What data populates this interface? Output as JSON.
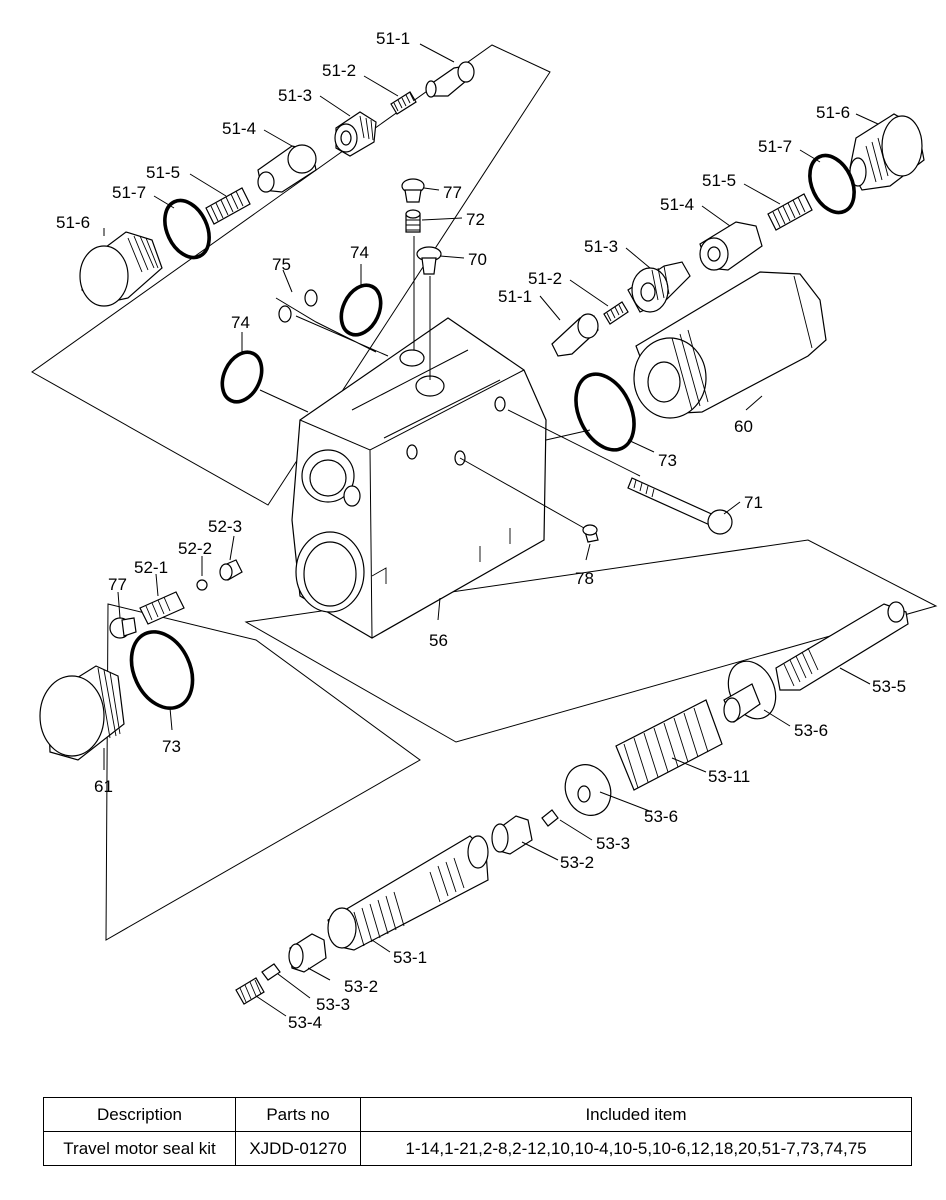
{
  "callouts": {
    "c51_1a": "51-1",
    "c51_2a": "51-2",
    "c51_3a": "51-3",
    "c51_4a": "51-4",
    "c51_5a": "51-5",
    "c51_7a": "51-7",
    "c51_6a": "51-6",
    "c51_6b": "51-6",
    "c51_7b": "51-7",
    "c51_5b": "51-5",
    "c51_4b": "51-4",
    "c51_3b": "51-3",
    "c51_2b": "51-2",
    "c51_1b": "51-1",
    "c77a": "77",
    "c72": "72",
    "c70": "70",
    "c74a": "74",
    "c75": "75",
    "c74b": "74",
    "c60": "60",
    "c73a": "73",
    "c71": "71",
    "c78": "78",
    "c56": "56",
    "c52_3": "52-3",
    "c52_2": "52-2",
    "c52_1": "52-1",
    "c77b": "77",
    "c73b": "73",
    "c61": "61",
    "c53_5": "53-5",
    "c53_6a": "53-6",
    "c53_11": "53-11",
    "c53_6b": "53-6",
    "c53_3a": "53-3",
    "c53_2a": "53-2",
    "c53_1": "53-1",
    "c53_2b": "53-2",
    "c53_3b": "53-3",
    "c53_4": "53-4"
  },
  "kit_table": {
    "headers": {
      "description": "Description",
      "parts_no": "Parts no",
      "included": "Included item"
    },
    "row": {
      "description": "Travel motor seal kit",
      "parts_no": "XJDD-01270",
      "included": "1-14,1-21,2-8,2-12,10,10-4,10-5,10-6,12,18,20,51-7,73,74,75"
    }
  }
}
